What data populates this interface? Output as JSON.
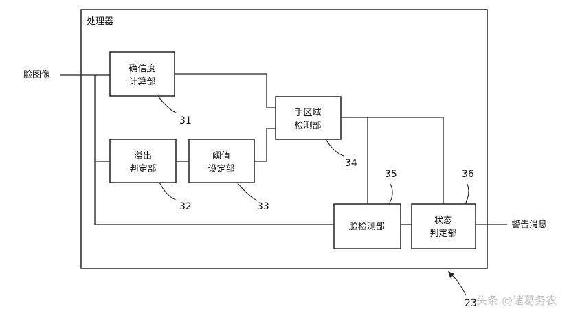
{
  "processor": {
    "title": "处理器",
    "ref": "23"
  },
  "inputs": {
    "face_image": "脸图像"
  },
  "outputs": {
    "warning": "警告消息"
  },
  "blocks": {
    "confidence": {
      "line1": "确信度",
      "line2": "计算部",
      "ref": "31"
    },
    "overflow": {
      "line1": "溢出",
      "line2": "判定部",
      "ref": "32"
    },
    "threshold": {
      "line1": "阈值",
      "line2": "设定部",
      "ref": "33"
    },
    "hand": {
      "line1": "手区域",
      "line2": "检测部",
      "ref": "34"
    },
    "face": {
      "line1": "脸检测部",
      "ref": "35"
    },
    "state": {
      "line1": "状态",
      "line2": "判定部",
      "ref": "36"
    }
  },
  "watermark": "头条 @诸葛务农"
}
